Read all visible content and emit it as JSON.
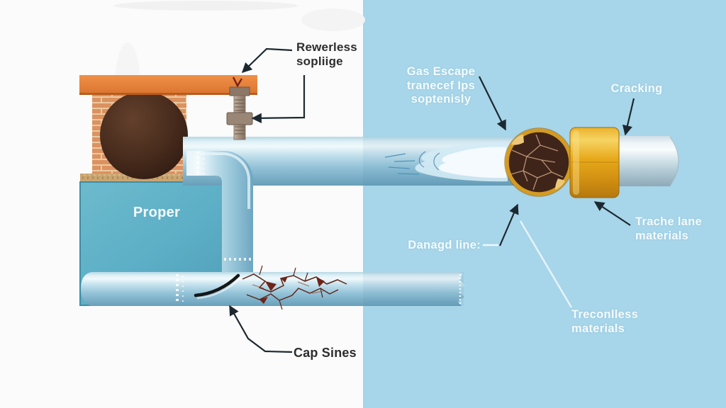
{
  "scene": {
    "name": "pipe-repair-diagram",
    "background_left": "#fbfbfb",
    "background_right": "#a7d5e9"
  },
  "labels": {
    "coupling": {
      "line1": "Rewerless",
      "line2": "sopliige"
    },
    "gas_escape": {
      "line1": "Gas Escape",
      "line2": "tranecef Ips",
      "line3": "soptenisly"
    },
    "cracking": {
      "text": "Cracking"
    },
    "proper": {
      "text": "Proper"
    },
    "damaged_line": {
      "text": "Danagd line:"
    },
    "trench_materials": {
      "line1": "Trache lane",
      "line2": "materials"
    },
    "trenchless_materials": {
      "line1": "Treconlless",
      "line2": "materials"
    },
    "cap_sines": {
      "text": "Cap Sines"
    }
  },
  "colors": {
    "accent_orange": "#e8833f",
    "box_teal": "#5fb2c9",
    "pipe_blue": "#9cc8dc",
    "pipe_silver": "#cfdde5",
    "coupling_gold": "#e8a91e",
    "brick": "#db9260",
    "tank_brown": "#3f241a",
    "crack_red": "#6e2418",
    "label_dark": "#2d2d2d",
    "label_light": "#f4fafc",
    "leader_dark": "#1c2830",
    "leader_light": "#e4f2f8"
  },
  "icons": {
    "arrowhead": "solid-triangle-leader-arrow",
    "valve": "gas-shutoff-valve",
    "splash": "escaping-gas-water-splash"
  }
}
